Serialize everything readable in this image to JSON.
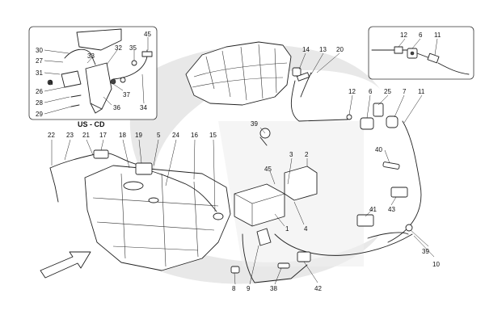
{
  "inset_caption": "US - CD",
  "callouts": [
    {
      "id": "c-30",
      "text": "30"
    },
    {
      "id": "c-27",
      "text": "27"
    },
    {
      "id": "c-31",
      "text": "31"
    },
    {
      "id": "c-26",
      "text": "26"
    },
    {
      "id": "c-28",
      "text": "28"
    },
    {
      "id": "c-29",
      "text": "29"
    },
    {
      "id": "c-33",
      "text": "33"
    },
    {
      "id": "c-32",
      "text": "32"
    },
    {
      "id": "c-35",
      "text": "35"
    },
    {
      "id": "c-45a",
      "text": "45"
    },
    {
      "id": "c-37",
      "text": "37"
    },
    {
      "id": "c-36",
      "text": "36"
    },
    {
      "id": "c-34",
      "text": "34"
    },
    {
      "id": "c-12a",
      "text": "12"
    },
    {
      "id": "c-6a",
      "text": "6"
    },
    {
      "id": "c-11a",
      "text": "11"
    },
    {
      "id": "c-14",
      "text": "14"
    },
    {
      "id": "c-13",
      "text": "13"
    },
    {
      "id": "c-20",
      "text": "20"
    },
    {
      "id": "c-12b",
      "text": "12"
    },
    {
      "id": "c-6b",
      "text": "6"
    },
    {
      "id": "c-25",
      "text": "25"
    },
    {
      "id": "c-7",
      "text": "7"
    },
    {
      "id": "c-11b",
      "text": "11"
    },
    {
      "id": "c-22",
      "text": "22"
    },
    {
      "id": "c-23",
      "text": "23"
    },
    {
      "id": "c-21",
      "text": "21"
    },
    {
      "id": "c-17",
      "text": "17"
    },
    {
      "id": "c-18",
      "text": "18"
    },
    {
      "id": "c-19",
      "text": "19"
    },
    {
      "id": "c-5",
      "text": "5"
    },
    {
      "id": "c-24",
      "text": "24"
    },
    {
      "id": "c-16",
      "text": "16"
    },
    {
      "id": "c-15",
      "text": "15"
    },
    {
      "id": "c-39a",
      "text": "39"
    },
    {
      "id": "c-3",
      "text": "3"
    },
    {
      "id": "c-2",
      "text": "2"
    },
    {
      "id": "c-45b",
      "text": "45"
    },
    {
      "id": "c-1",
      "text": "1"
    },
    {
      "id": "c-4",
      "text": "4"
    },
    {
      "id": "c-40",
      "text": "40"
    },
    {
      "id": "c-43",
      "text": "43"
    },
    {
      "id": "c-41",
      "text": "41"
    },
    {
      "id": "c-39b",
      "text": "39"
    },
    {
      "id": "c-10",
      "text": "10"
    },
    {
      "id": "c-8",
      "text": "8"
    },
    {
      "id": "c-9",
      "text": "9"
    },
    {
      "id": "c-38",
      "text": "38"
    },
    {
      "id": "c-42",
      "text": "42"
    }
  ]
}
